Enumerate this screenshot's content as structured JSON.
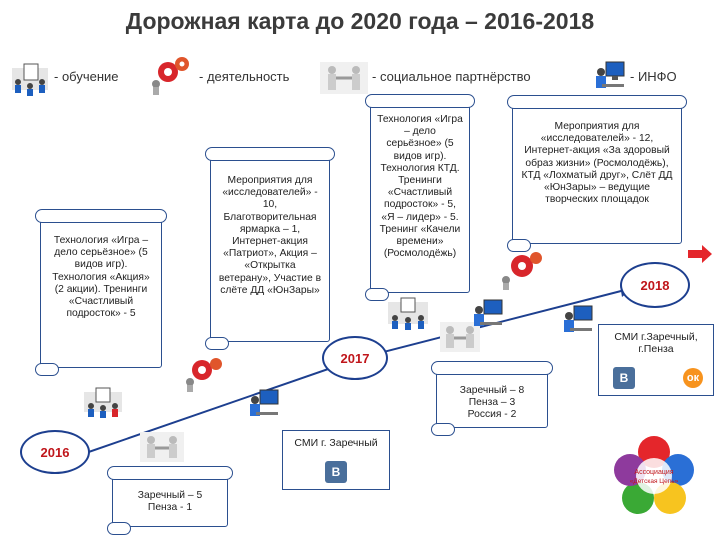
{
  "title": "Дорожная карта до 2020 года – 2016-2018",
  "legend": [
    {
      "label": "- обучение",
      "icon": "training-icon"
    },
    {
      "label": "- деятельность",
      "icon": "gears-icon"
    },
    {
      "label": "- социальное партнёрство",
      "icon": "handshake-icon"
    },
    {
      "label": "- ИНФО",
      "icon": "computer-icon"
    }
  ],
  "years": [
    "2016",
    "2017",
    "2018"
  ],
  "scrolls": {
    "s2016": "Технология «Игра – дело серьёзное» (5 видов игр). Технология «Акция» (2 акции). Тренинги «Счастливый подросток» - 5",
    "s2017": "Мероприятия для «исследователей» - 10, Благотворительная ярмарка – 1, Интернет-акция «Патриот», Акция – «Открытка ветерану», Участие в слёте ДД «ЮнЗары»",
    "s2017b": "Технология «Игра – дело серьёзное» (5 видов игр). Технология КТД. Тренинги «Счастливый подросток» - 5, «Я – лидер» - 5. Тренинг «Качели времени» (Росмолодёжь)",
    "s2018": "Мероприятия для «исследователей» - 12, Интернет-акция «За здоровый образ жизни» (Росмолодёжь), КТД «Лохматый друг», Слёт ДД «ЮнЗары» – ведущие творческих площадок",
    "p2016": "Заречный – 5 Пенза - 1",
    "p2017": "Заречный – 8 Пенза – 3 Россия - 2"
  },
  "smi": {
    "zarechny": "СМИ г. Заречный",
    "zarechny_penza": "СМИ г.Заречный, г.Пенза"
  },
  "logo_text": "Ассоциация «Детская Цепь»"
}
